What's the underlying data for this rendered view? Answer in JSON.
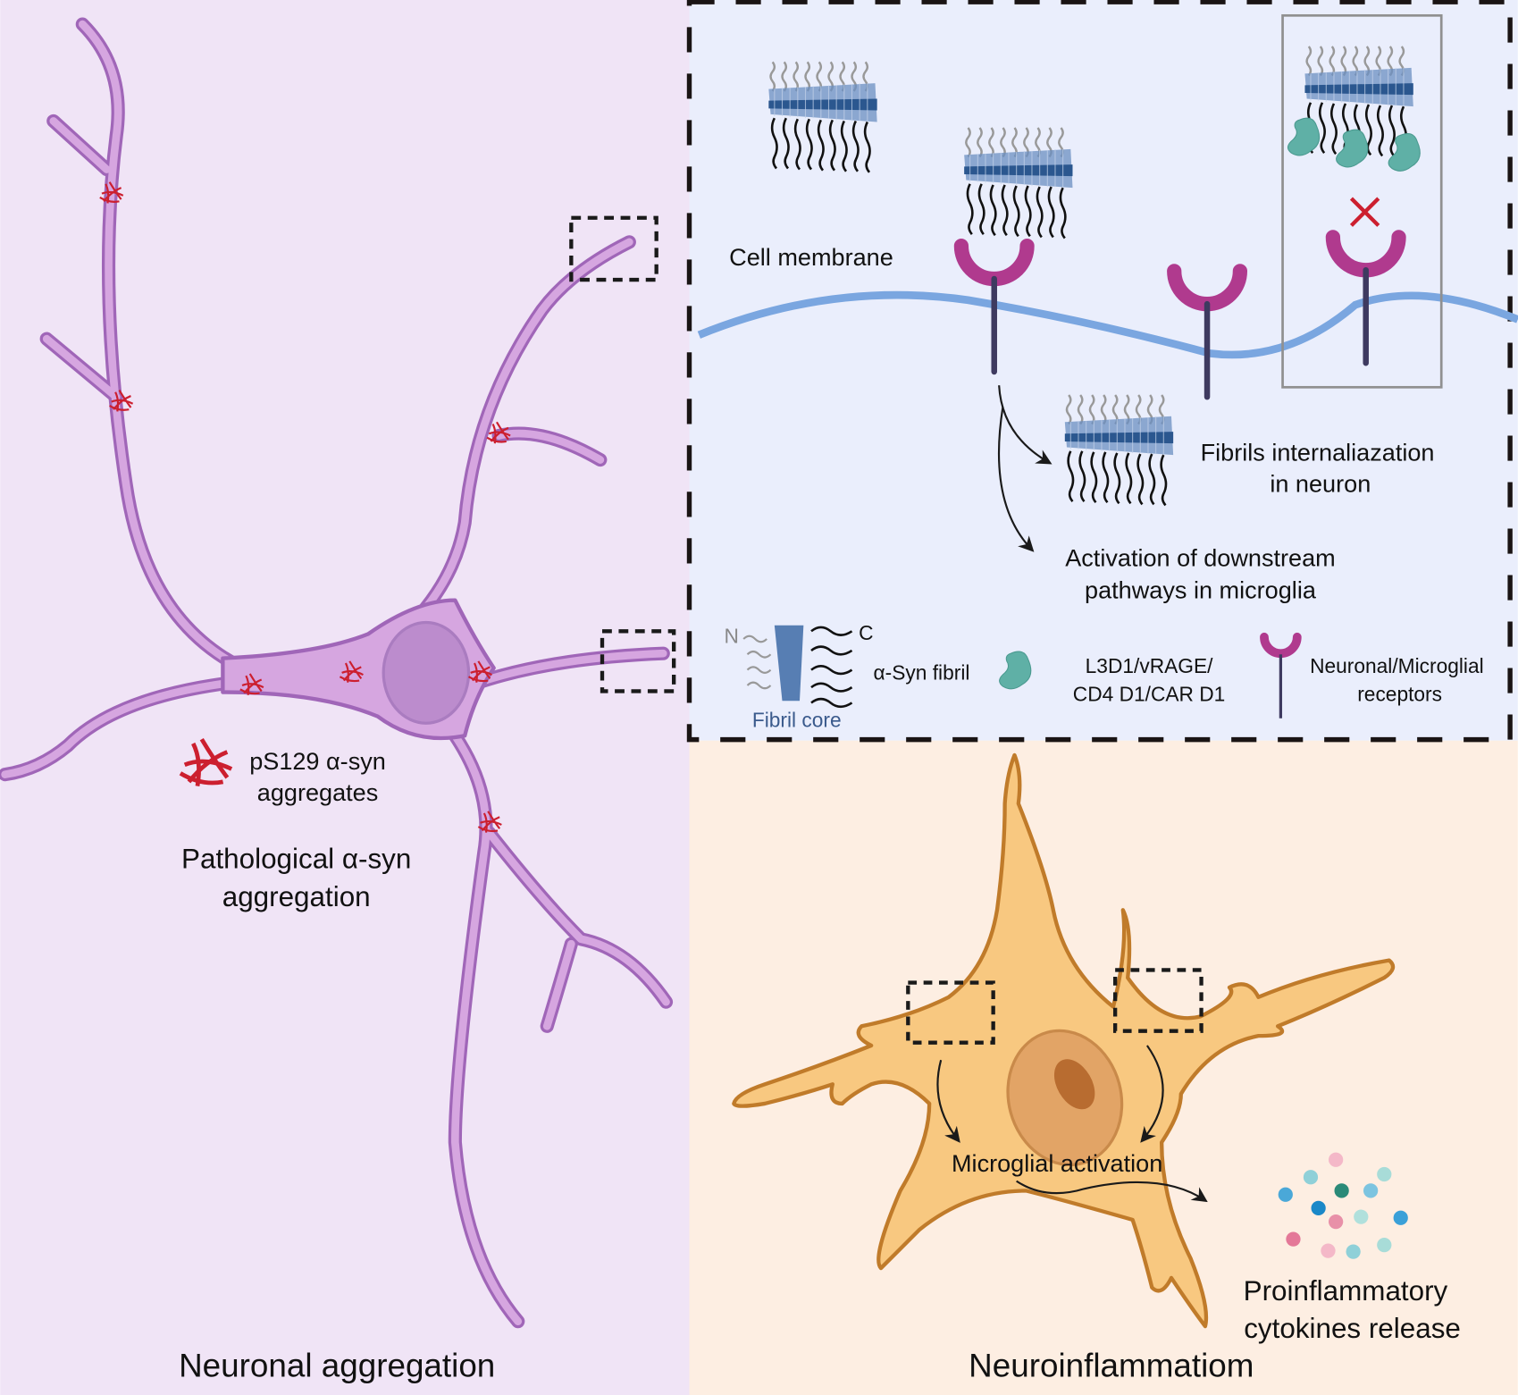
{
  "panels": {
    "neuronal": {
      "title": "Neuronal aggregation",
      "aggregates_label_line1": "pS129 α-syn",
      "aggregates_label_line2": "aggregates",
      "pathology_label_line1": "Pathological α-syn",
      "pathology_label_line2": "aggregation",
      "background": "#f0e4f6"
    },
    "mechanism": {
      "cell_membrane_label": "Cell membrane",
      "internalization_line1": "Fibrils internaliazation",
      "internalization_line2": "in neuron",
      "activation_line1": "Activation of  downstream",
      "activation_line2": "pathways in microglia",
      "blocked_icon": "x-mark-icon",
      "background": "#eaeefc"
    },
    "legend": {
      "n_terminus": "N",
      "c_terminus": "C",
      "fibril_core": "Fibril core",
      "fibril_label": "α-Syn fibril",
      "blocker_line1": "L3D1/vRAGE/",
      "blocker_line2": "CD4 D1/CAR D1",
      "receptor_line1": "Neuronal/Microglial",
      "receptor_line2": "receptors"
    },
    "neuroinflammation": {
      "title": "Neuroinflammatiom",
      "activation_label": "Microglial activation",
      "cytokines_line1": "Proinflammatory",
      "cytokines_line2": "cytokines release",
      "background": "#fdeee2"
    }
  },
  "colors": {
    "neuron_fill": "#d6a6e0",
    "neuron_stroke": "#a066b8",
    "aggregate_red": "#cc1f2f",
    "membrane_blue": "#7aa6e0",
    "receptor_magenta": "#b03a8e",
    "receptor_stem": "#3e3a60",
    "blocker_teal": "#5fb0a6",
    "microglia_fill": "#f8c880",
    "microglia_stroke": "#c07b2a",
    "fibril_blue": "#3d6aa6"
  },
  "cytokine_colors": [
    "#f4b8c8",
    "#8fd0d8",
    "#a8dcd8",
    "#2a8a78",
    "#7cc4e0",
    "#4aa8d8",
    "#1a88c8",
    "#e890a8",
    "#b0e0dc",
    "#3aa0d8",
    "#e47898"
  ]
}
